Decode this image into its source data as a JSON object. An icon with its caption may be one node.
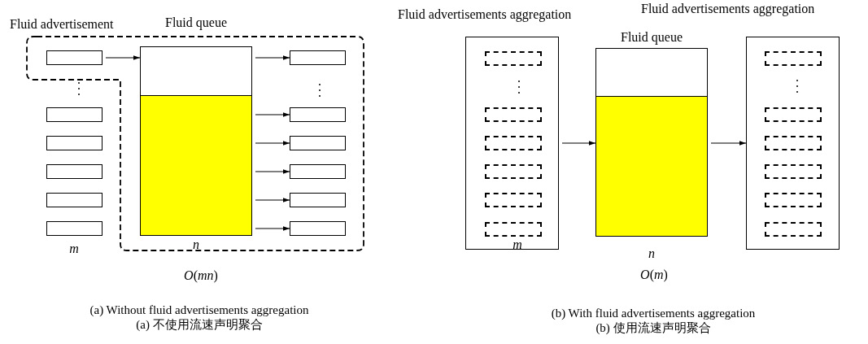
{
  "diagram": {
    "nodes": [
      {
        "text": [],
        "shape": "box"
      },
      {
        "text": [],
        "shape": "box"
      },
      {
        "text": [],
        "shape": "box"
      },
      {
        "text": [],
        "shape": "box"
      },
      {
        "text": [],
        "shape": "box"
      },
      {
        "text": [],
        "shape": "box"
      },
      {
        "text": [
          "Fluid queue"
        ],
        "beside": [
          "n"
        ]
      },
      {
        "text": [],
        "shape": "box"
      },
      {
        "text": [],
        "shape": "box"
      },
      {
        "text": [],
        "shape": "box"
      },
      {
        "text": [],
        "shape": "box"
      },
      {
        "text": [],
        "shape": "box"
      },
      {
        "text": [],
        "shape": "box"
      },
      {
        "text": [
          "Fluid advertisements aggregation",
          "m"
        ]
      },
      {
        "text": [],
        "shape": "box",
        "in": 13
      },
      {
        "text": [],
        "shape": "box",
        "in": 13
      },
      {
        "text": [],
        "shape": "box",
        "in": 13
      },
      {
        "text": [],
        "shape": "box",
        "in": 13
      },
      {
        "text": [],
        "shape": "box",
        "in": 13
      },
      {
        "text": [],
        "shape": "box",
        "in": 13
      },
      {
        "text": [
          "Fluid queue"
        ],
        "beside": [
          "n"
        ]
      },
      {
        "text": [
          "Fluid advertisements aggregation"
        ]
      },
      {
        "text": [],
        "shape": "box",
        "in": 21
      },
      {
        "text": [],
        "shape": "box",
        "in": 21
      },
      {
        "text": [],
        "shape": "box",
        "in": 21
      },
      {
        "text": [],
        "shape": "box",
        "in": 21
      },
      {
        "text": [],
        "shape": "box",
        "in": 21
      },
      {
        "text": [],
        "shape": "box",
        "in": 21
      }
    ],
    "edges": [
      {
        "from": 0,
        "to": 6,
        "arrow": "to"
      },
      {
        "from": 6,
        "to": 7,
        "arrow": "to"
      },
      {
        "from": 6,
        "to": 8,
        "arrow": "to"
      },
      {
        "from": 6,
        "to": 9,
        "arrow": "to"
      },
      {
        "from": 6,
        "to": 10,
        "arrow": "to"
      },
      {
        "from": 6,
        "to": 11,
        "arrow": "to"
      },
      {
        "from": 6,
        "to": 12,
        "arrow": "to"
      },
      {
        "from": 13,
        "to": 20,
        "arrow": "to"
      },
      {
        "from": 20,
        "to": 21,
        "arrow": "to"
      }
    ],
    "labels": [
      "Fluid advertisement",
      "m",
      "*O*(*mn*)",
      "(a) Without fluid advertisements aggregation",
      "(a) 不使用流速声明聚合",
      "*O*(*m*)",
      "(b) With fluid advertisements aggregation",
      "(b) 使用流速声明聚合"
    ]
  }
}
